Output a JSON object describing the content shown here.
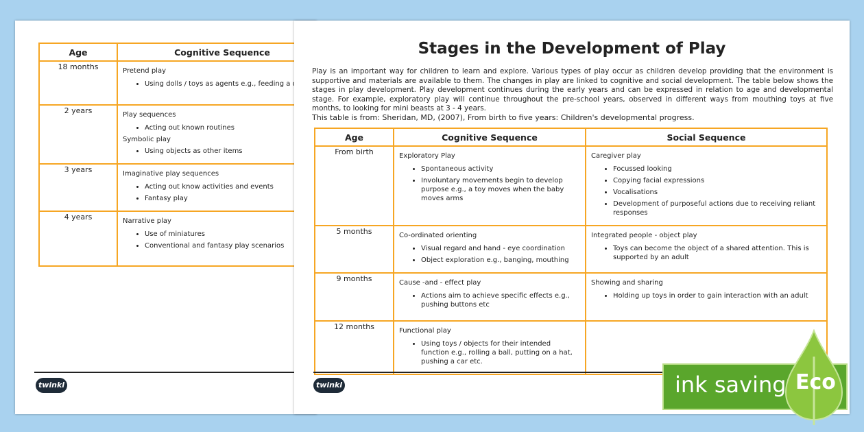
{
  "back_page": {
    "headers": [
      "Age",
      "Cognitive Sequence"
    ],
    "rows": [
      {
        "age": "18 months",
        "groups": [
          {
            "heading": "Pretend play",
            "items": [
              "Using dolls / toys as agents e.g., feeding a doll etc"
            ]
          }
        ]
      },
      {
        "age": "2 years",
        "groups": [
          {
            "heading": "Play sequences",
            "items": [
              "Acting out known routines"
            ]
          },
          {
            "heading": "Symbolic play",
            "items": [
              "Using objects as other items"
            ]
          }
        ]
      },
      {
        "age": "3 years",
        "groups": [
          {
            "heading": "Imaginative play sequences",
            "items": [
              "Acting out know activities and events",
              "Fantasy play"
            ]
          }
        ]
      },
      {
        "age": "4 years",
        "groups": [
          {
            "heading": "Narrative play",
            "items": [
              "Use of miniatures",
              "Conventional and fantasy play scenarios"
            ]
          }
        ]
      }
    ],
    "logo": "twinkl"
  },
  "front_page": {
    "title": "Stages in the Development of Play",
    "intro": "Play is an important way for children to learn and explore. Various types of play occur as children develop providing that the environment is supportive and materials are available to them. The changes in play are linked to cognitive and social development. The table below shows the stages in play development. Play development continues during the early years and can be expressed in relation to age and developmental stage. For example, exploratory play will continue throughout the pre-school years, observed in different ways from mouthing toys at five months, to looking for mini beasts at 3 - 4 years.",
    "source": "This table is from: Sheridan, MD, (2007), From birth to five years: Children's developmental progress.",
    "headers": [
      "Age",
      "Cognitive Sequence",
      "Social Sequence"
    ],
    "rows": [
      {
        "age": "From birth",
        "cognitive": {
          "heading": "Exploratory Play",
          "items": [
            "Spontaneous activity",
            "Involuntary movements begin to develop purpose e.g., a toy moves when the baby moves arms"
          ]
        },
        "social": {
          "heading": "Caregiver play",
          "items": [
            "Focussed looking",
            "Copying facial expressions",
            "Vocalisations",
            "Development of purposeful actions due to receiving reliant responses"
          ]
        }
      },
      {
        "age": "5 months",
        "cognitive": {
          "heading": "Co-ordinated orienting",
          "items": [
            "Visual regard and hand - eye coordination",
            "Object exploration e.g., banging, mouthing"
          ]
        },
        "social": {
          "heading": "Integrated people - object play",
          "items": [
            "Toys can become the object of a shared attention. This is supported by an adult"
          ]
        }
      },
      {
        "age": "9 months",
        "cognitive": {
          "heading": "Cause -and - effect play",
          "items": [
            "Actions aim to achieve specific effects e.g., pushing buttons etc"
          ]
        },
        "social": {
          "heading": "Showing and sharing",
          "items": [
            "Holding up toys in order to gain interaction with an adult"
          ]
        }
      },
      {
        "age": "12 months",
        "cognitive": {
          "heading": "Functional play",
          "items": [
            "Using toys / objects for their intended function e.g., rolling a ball, putting on a hat, pushing a car etc."
          ]
        },
        "social": {
          "heading": "",
          "items": []
        }
      }
    ],
    "logo": "twinkl"
  },
  "badge": {
    "text": "ink saving",
    "eco": "Eco",
    "color": "#5aa62c"
  }
}
